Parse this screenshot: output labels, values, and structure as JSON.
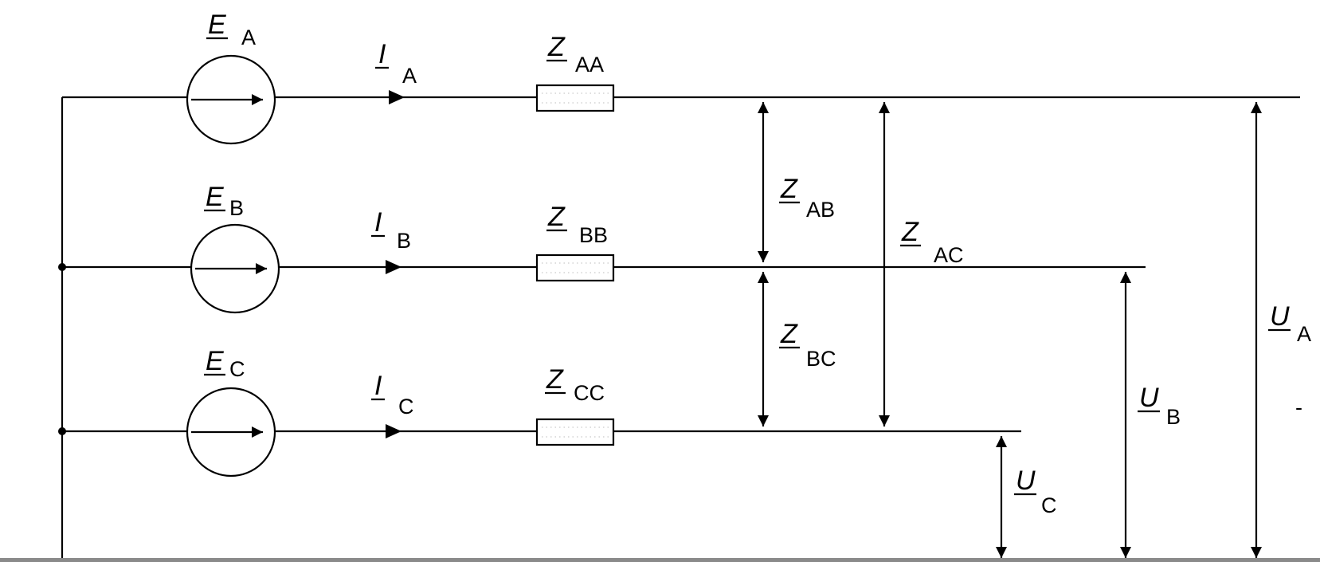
{
  "sources": [
    {
      "id": "A",
      "main": "E",
      "sub": "A"
    },
    {
      "id": "B",
      "main": "E",
      "sub": "B"
    },
    {
      "id": "C",
      "main": "E",
      "sub": "C"
    }
  ],
  "currents": [
    {
      "id": "A",
      "main": "I",
      "sub": "A"
    },
    {
      "id": "B",
      "main": "I",
      "sub": "B"
    },
    {
      "id": "C",
      "main": "I",
      "sub": "C"
    }
  ],
  "self_impedances": [
    {
      "id": "AA",
      "main": "Z",
      "sub": "AA"
    },
    {
      "id": "BB",
      "main": "Z",
      "sub": "BB"
    },
    {
      "id": "CC",
      "main": "Z",
      "sub": "CC"
    }
  ],
  "mutual_impedances": [
    {
      "id": "AB",
      "main": "Z",
      "sub": "AB"
    },
    {
      "id": "AC",
      "main": "Z",
      "sub": "AC"
    },
    {
      "id": "BC",
      "main": "Z",
      "sub": "BC"
    }
  ],
  "voltages": [
    {
      "id": "A",
      "main": "U",
      "sub": "A"
    },
    {
      "id": "B",
      "main": "U",
      "sub": "B"
    },
    {
      "id": "C",
      "main": "U",
      "sub": "C"
    }
  ],
  "stray_mark": "-"
}
